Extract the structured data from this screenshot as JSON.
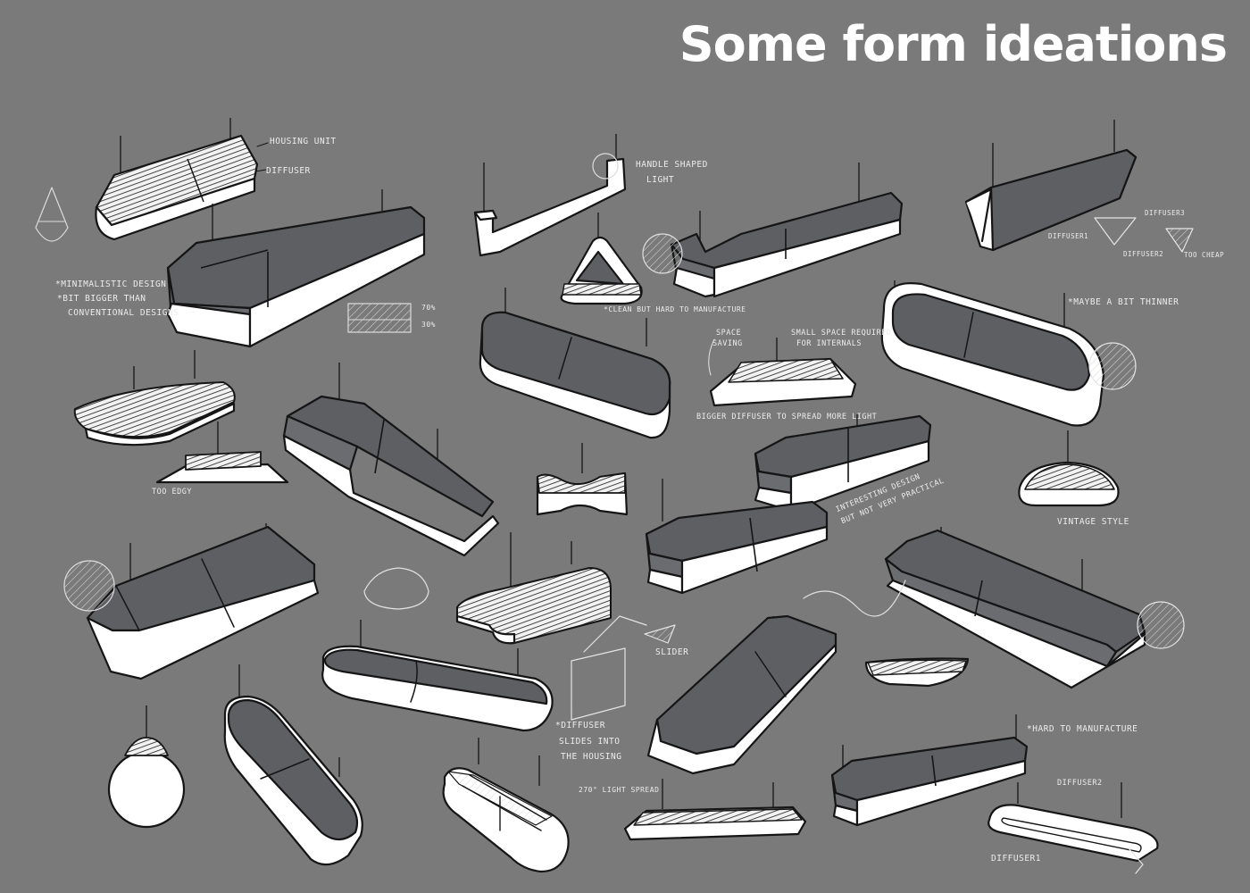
{
  "title": "Some form ideations",
  "notes": {
    "housing_unit": "Housing unit",
    "diffuser": "Diffuser",
    "handle_shaped": "Handle shaped",
    "light": "light",
    "minimalistic": "*Minimalistic design",
    "bit_bigger": "*Bit bigger than",
    "conventional": "conventional designs",
    "pct_70": "70%",
    "pct_30": "30%",
    "clean_hard": "*Clean but hard to manufacture",
    "space_saving_1": "Space",
    "space_saving_2": "saving",
    "small_space_1": "Small space required",
    "small_space_2": "for internals",
    "bigger_diffuser": "Bigger diffuser to spread more light",
    "maybe_thinner": "*Maybe a bit thinner",
    "diffuser_3": "Diffuser3",
    "diffuser_1": "Diffuser1",
    "diffuser_2": "Diffuser2",
    "too_cheap": "Too cheap",
    "too_edgy": "Too edgy",
    "interesting_1": "Interesting design",
    "interesting_2": "but not very practical",
    "vintage": "Vintage style",
    "slider": "Slider",
    "diffuser_slides_1": "*Diffuser",
    "diffuser_slides_2": "slides into",
    "diffuser_slides_3": "the housing",
    "light_spread": "270° light spread",
    "hard_to_manufacture": "*Hard to manufacture",
    "diffuser2_b": "Diffuser2",
    "diffuser1_b": "Diffuser1"
  },
  "colors": {
    "background": "#7a7a7a",
    "housing": "#5d5f63",
    "diffuser": "#ffffff",
    "ink": "#151515",
    "annotation": "#ececec"
  }
}
